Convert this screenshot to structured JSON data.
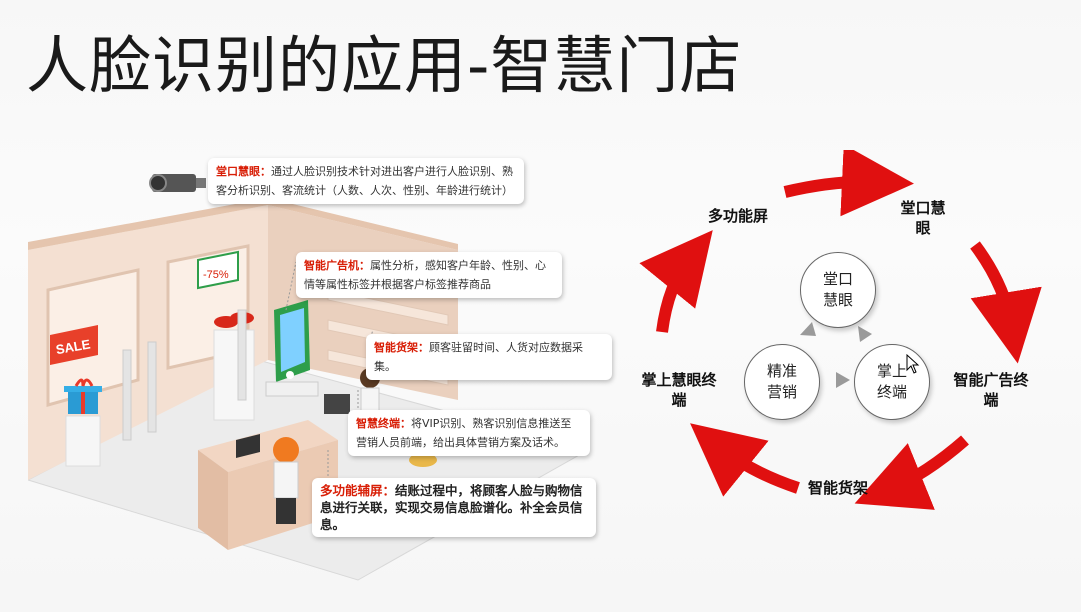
{
  "title": "人脸识别的应用-智慧门店",
  "store_scene": {
    "callouts": [
      {
        "head": "堂口慧眼：",
        "body": "通过人脸识别技术针对进出客户进行人脸识别、熟客分析识别、客流统计（人数、人次、性别、年龄进行统计）"
      },
      {
        "head": "智能广告机：",
        "body": "属性分析，感知客户年龄、性别、心情等属性标签并根据客户标签推荐商品"
      },
      {
        "head": "智能货架：",
        "body": "顾客驻留时间、人货对应数据采集。"
      },
      {
        "head": "智慧终端：",
        "body": "将VIP识别、熟客识别信息推送至营销人员前端，给出具体营销方案及话术。"
      },
      {
        "head": "多功能辅屏：",
        "body": "结账过程中，将顾客人脸与购物信息进行关联，实现交易信息脸谱化。补全会员信息。"
      }
    ],
    "sign_sale": "SALE",
    "sign_discount": "-75%",
    "colors": {
      "accent": "#d81e06",
      "wall": "#f3dccd",
      "floor": "#eeeeee",
      "green": "#2e9e4a"
    }
  },
  "cycle": {
    "outer_nodes": [
      {
        "label": "堂口慧眼"
      },
      {
        "label": "智能广告终端"
      },
      {
        "label": "智能货架"
      },
      {
        "label": "掌上慧眼终端"
      },
      {
        "label": "多功能屏"
      }
    ],
    "inner_circles": [
      {
        "label": "堂口慧眼"
      },
      {
        "label": "掌上终端"
      },
      {
        "label": "精准营销"
      }
    ],
    "colors": {
      "arrow": "#e01010",
      "inner_arrow": "#9a9a9a"
    }
  }
}
